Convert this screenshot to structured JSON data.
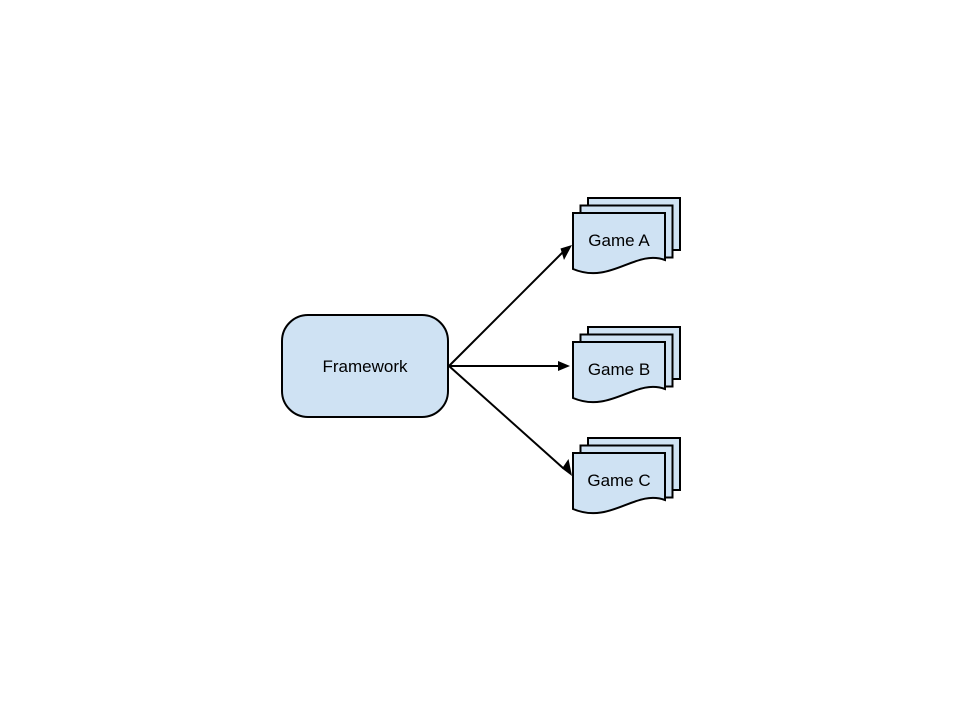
{
  "diagram": {
    "type": "flow-diagram",
    "nodes": {
      "framework": {
        "label": "Framework",
        "shape": "rounded-rectangle"
      },
      "games": [
        {
          "label": "Game A",
          "shape": "multi-document"
        },
        {
          "label": "Game B",
          "shape": "multi-document"
        },
        {
          "label": "Game C",
          "shape": "multi-document"
        }
      ]
    },
    "edges": [
      {
        "from": "Framework",
        "to": "Game A"
      },
      {
        "from": "Framework",
        "to": "Game B"
      },
      {
        "from": "Framework",
        "to": "Game C"
      }
    ],
    "colors": {
      "background": "#ffffff",
      "shape_fill": "#cfe2f3",
      "shape_stroke": "#000000",
      "text": "#000000"
    }
  }
}
